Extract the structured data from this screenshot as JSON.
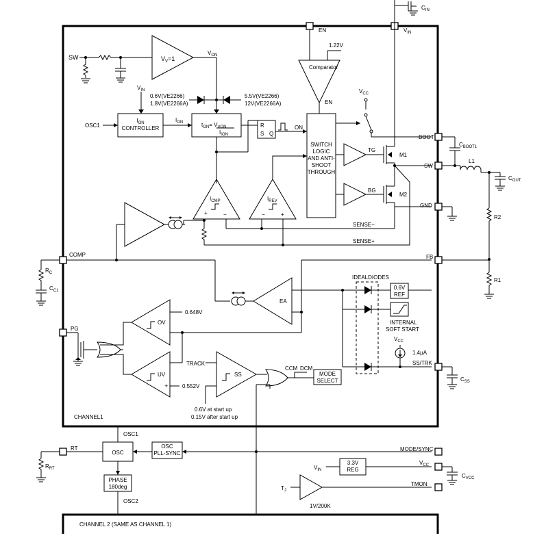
{
  "pins": {
    "sw_in": "SW",
    "osc1_in": "OSC1",
    "comp": "COMP",
    "pg": "PG",
    "en": "EN",
    "vin": "VIN",
    "boot": "BOOT",
    "sw": "SW",
    "gnd": "GND",
    "fb": "FB",
    "ss_trk": "SS/TRK",
    "rt": "RT",
    "mode_sync": "MODE/SYNC",
    "vcc": "VCC",
    "tmon": "TMON"
  },
  "blocks": {
    "amp_sub": "V",
    "amp_mid": "=1",
    "av_sub": "V",
    "comparator": "Comparator",
    "ion_1": "I",
    "ion_1_sub": "ON",
    "ion_2": "CONTROLLER",
    "ton_eq_a": "t",
    "ton_eq_a_sub": "ON",
    "ton_eq_b": "= V",
    "ton_eq_b_sub": "VON",
    "ton_den": "I",
    "ton_den_sub": "ION",
    "ff_r": "R",
    "ff_s": "S",
    "ff_q": "Q",
    "switch_logic": [
      "SWITCH",
      "LOGIC",
      "AND ANTI-",
      "SHOOT",
      "THROUGH"
    ],
    "icmp": "I",
    "icmp_sub": "CMP",
    "irev": "I",
    "irev_sub": "REV",
    "ea": "EA",
    "ov": "OV",
    "uv": "UV",
    "ss": "SS",
    "mode_select": [
      "MODE",
      "SELECT"
    ],
    "ref": [
      "0.6V",
      "REF"
    ],
    "osc": "OSC",
    "osc_pll": [
      "OSC",
      "PLL-SYNC"
    ],
    "phase": [
      "PHASE",
      "180deg"
    ],
    "reg": [
      "3.3V",
      "REG"
    ],
    "temp_amp": "1V/200K"
  },
  "signals": {
    "von": "V",
    "von_sub": "ON",
    "vin_label": "V",
    "vin_sub": "IN",
    "vin_1": "0.6V(VE2266)",
    "vin_2": "1.8V(VE2266A)",
    "clamp_1": "5.5V(VE2266)",
    "clamp_2": "12V(VE2266A)",
    "v122": "1.22V",
    "en_label": "EN",
    "ion": "I",
    "ion_sub": "ON",
    "on": "ON",
    "vcc": "V",
    "vcc_sub": "CC",
    "tg": "TG",
    "bg": "BG",
    "m1": "M1",
    "m2": "M2",
    "sense_neg": "SENSE−",
    "sense_pos": "SENSE+",
    "ideal_diodes": "IDEALDIODES",
    "internal_ss_1": "INTERNAL",
    "internal_ss_2": "SOFT START",
    "i14": "1.4µA",
    "v0648": "0.648V",
    "v0552": "0.552V",
    "track": "TRACK",
    "ccm": "CCM",
    "dcm": "DCM",
    "ss_note_1": "0.6V at start up",
    "ss_note_2": "0.15V after start up",
    "channel1": "CHANNEL1",
    "osc1": "OSC1",
    "osc2": "OSC2",
    "vin_reg": "V",
    "vin_reg_sub": "IN",
    "tj": "T",
    "tj_sub": "J",
    "channel2": "CHANNEL 2 (SAME AS CHANNEL 1)"
  },
  "components": {
    "cin": "C",
    "cin_sub": "IN",
    "cboot": "C",
    "cboot_sub": "BOOT1",
    "l1": "L1",
    "cout": "C",
    "cout_sub": "OUT",
    "r2": "R2",
    "r1": "R1",
    "rc": "R",
    "rc_sub": "C",
    "cc1": "C",
    "cc1_sub": "C1",
    "css": "C",
    "css_sub": "SS",
    "rrt": "R",
    "rrt_sub": "RT",
    "cvcc": "C",
    "cvcc_sub": "VCC"
  }
}
